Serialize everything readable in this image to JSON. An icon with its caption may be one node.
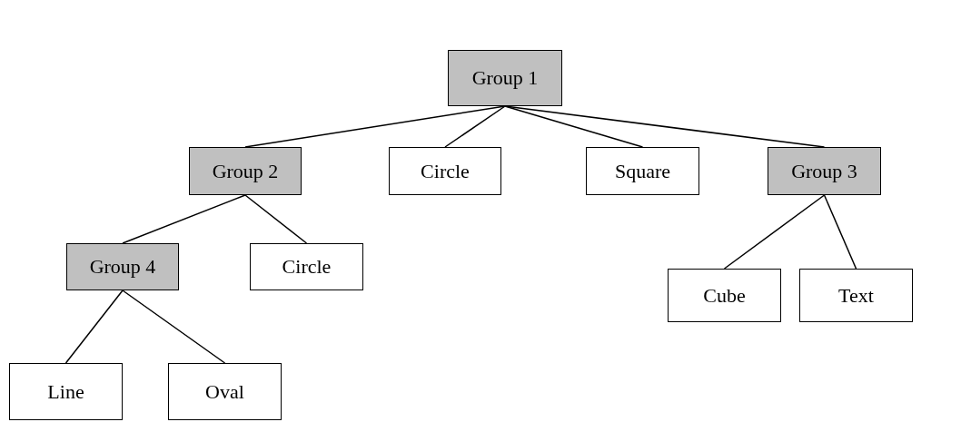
{
  "diagram": {
    "nodes": [
      {
        "text": [
          "Group 1"
        ]
      },
      {
        "text": [
          "Group 2"
        ]
      },
      {
        "text": [
          "Circle"
        ]
      },
      {
        "text": [
          "Square"
        ]
      },
      {
        "text": [
          "Group 3"
        ]
      },
      {
        "text": [
          "Group 4"
        ]
      },
      {
        "text": [
          "Circle"
        ]
      },
      {
        "text": [
          "Cube"
        ]
      },
      {
        "text": [
          "Text"
        ]
      },
      {
        "text": [
          "Line"
        ]
      },
      {
        "text": [
          "Oval"
        ]
      }
    ],
    "edges": [
      {
        "from": 0,
        "to": 1,
        "arrow": "none"
      },
      {
        "from": 0,
        "to": 2,
        "arrow": "none"
      },
      {
        "from": 0,
        "to": 3,
        "arrow": "none"
      },
      {
        "from": 0,
        "to": 4,
        "arrow": "none"
      },
      {
        "from": 1,
        "to": 5,
        "arrow": "none"
      },
      {
        "from": 1,
        "to": 6,
        "arrow": "none"
      },
      {
        "from": 4,
        "to": 7,
        "arrow": "none"
      },
      {
        "from": 4,
        "to": 8,
        "arrow": "none"
      },
      {
        "from": 5,
        "to": 9,
        "arrow": "none"
      },
      {
        "from": 5,
        "to": 10,
        "arrow": "none"
      }
    ]
  }
}
